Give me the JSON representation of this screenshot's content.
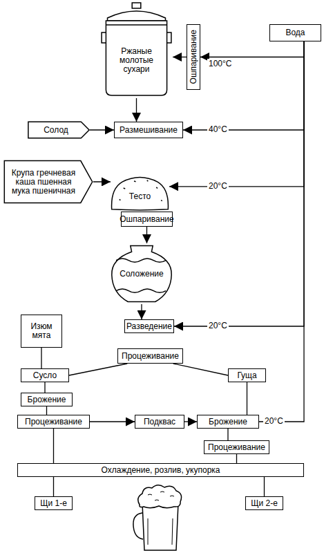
{
  "diagram": {
    "nodes": [
      {
        "text": [
          "Ржаные молотые сухари"
        ]
      },
      {
        "text": [
          "Ошпаривание"
        ]
      },
      {
        "text": [
          "Вода"
        ]
      },
      {
        "text": [
          "Солод"
        ]
      },
      {
        "text": [
          "Размешивание"
        ]
      },
      {
        "text": [
          "Крупа гречневая каша пшенная мука пшеничная"
        ]
      },
      {
        "text": [
          "Тесто"
        ]
      },
      {
        "text": [
          "Ошпаривание"
        ]
      },
      {
        "text": [
          "Соложение"
        ]
      },
      {
        "text": [
          "Изюм мята"
        ]
      },
      {
        "text": [
          "Разведение"
        ]
      },
      {
        "text": [
          "Процеживание"
        ]
      },
      {
        "text": [
          "Сусло"
        ]
      },
      {
        "text": [
          "Гуща"
        ]
      },
      {
        "text": [
          "Брожение"
        ]
      },
      {
        "text": [
          "Процеживание"
        ]
      },
      {
        "text": [
          "Подквас"
        ]
      },
      {
        "text": [
          "Брожение"
        ]
      },
      {
        "text": [
          "Процеживание"
        ]
      },
      {
        "text": [
          "Охлаждение, розлив, укупорка"
        ]
      },
      {
        "text": [
          "Щи 1-е"
        ]
      },
      {
        "text": [
          "Щи 2-е"
        ]
      }
    ],
    "edges": [
      {
        "from": 1,
        "to": 0,
        "arrow": "to"
      },
      {
        "from": 0,
        "to": 4,
        "arrow": "to"
      },
      {
        "from": 2,
        "to": 1,
        "label": "100°C",
        "arrow": "to"
      },
      {
        "from": 3,
        "to": 4,
        "arrow": "to"
      },
      {
        "from": 2,
        "to": 4,
        "label": "40°C",
        "arrow": "to"
      },
      {
        "from": 5,
        "to": 6,
        "arrow": "to"
      },
      {
        "from": 2,
        "to": 6,
        "label": "20°C",
        "arrow": "to"
      },
      {
        "from": 7,
        "to": 8,
        "arrow": "to"
      },
      {
        "from": 8,
        "to": 10,
        "arrow": "to"
      },
      {
        "from": 2,
        "to": 10,
        "label": "20°C",
        "arrow": "to"
      },
      {
        "from": 9,
        "to": 12,
        "arrow": "none"
      },
      {
        "from": 11,
        "to": 12,
        "arrow": "none"
      },
      {
        "from": 11,
        "to": 13,
        "arrow": "none"
      },
      {
        "from": 12,
        "to": 14,
        "arrow": "none"
      },
      {
        "from": 14,
        "to": 15,
        "arrow": "none"
      },
      {
        "from": 15,
        "to": 16,
        "arrow": "to"
      },
      {
        "from": 16,
        "to": 17,
        "arrow": "to"
      },
      {
        "from": 13,
        "to": 17,
        "arrow": "none"
      },
      {
        "from": 2,
        "to": 17,
        "label": "20°C",
        "arrow": "none"
      },
      {
        "from": 17,
        "to": 18,
        "arrow": "none"
      },
      {
        "from": 15,
        "to": 19,
        "arrow": "none"
      },
      {
        "from": 18,
        "to": 19,
        "arrow": "none"
      },
      {
        "from": 19,
        "to": 20,
        "arrow": "none"
      },
      {
        "from": 19,
        "to": 21,
        "arrow": "none"
      }
    ]
  }
}
